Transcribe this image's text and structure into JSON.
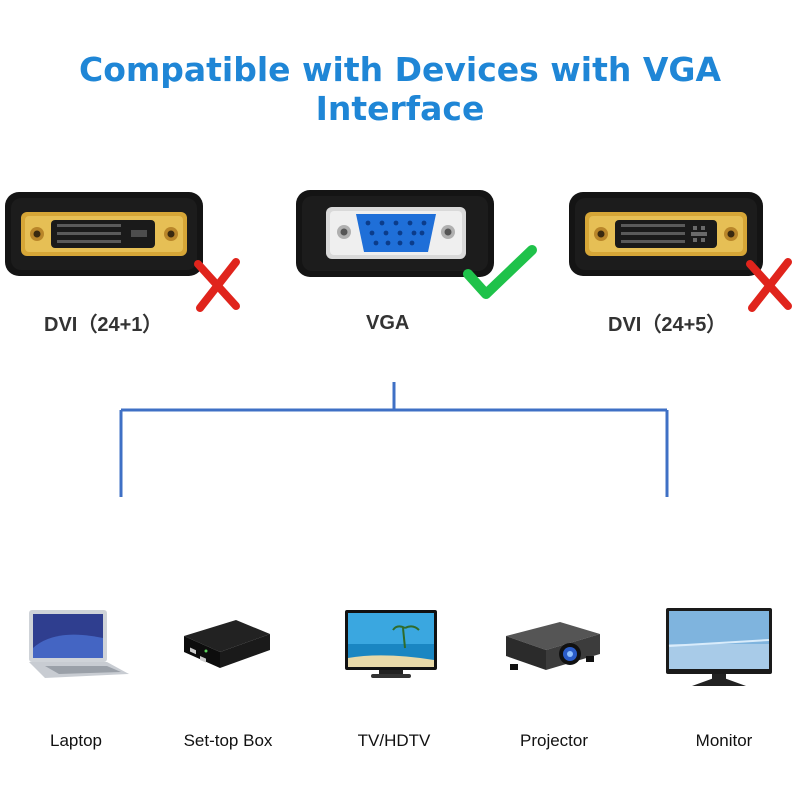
{
  "title": "Compatible with Devices with VGA Interface",
  "colors": {
    "title": "#1f86d6",
    "tree_line": "#3f70c5",
    "connector_body": "#141414",
    "gold": "#d6a637",
    "vga_blue": "#1f6fd8",
    "check_green": "#1fc24a",
    "cross_red": "#e0241c"
  },
  "ports": [
    {
      "label": "DVI（24+1）",
      "status": "incompatible",
      "status_icon": "red-cross-icon"
    },
    {
      "label": "VGA",
      "status": "compatible",
      "status_icon": "green-check-icon"
    },
    {
      "label": "DVI（24+5）",
      "status": "incompatible",
      "status_icon": "red-cross-icon"
    }
  ],
  "devices": [
    {
      "label": "Laptop",
      "icon": "laptop-icon"
    },
    {
      "label": "Set-top Box",
      "icon": "set-top-box-icon"
    },
    {
      "label": "TV/HDTV",
      "icon": "tv-icon"
    },
    {
      "label": "Projector",
      "icon": "projector-icon"
    },
    {
      "label": "Monitor",
      "icon": "monitor-icon"
    }
  ]
}
